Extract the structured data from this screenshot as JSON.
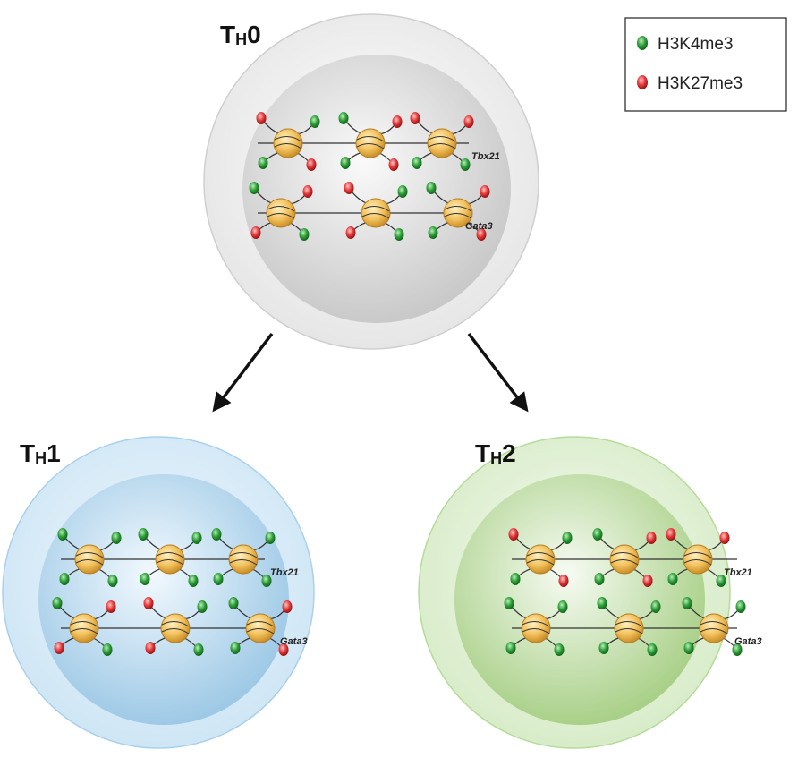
{
  "colors": {
    "h3k4me3": "#2f9e3a",
    "h3k27me3": "#e23a3a",
    "nucleosome": "#f2c05a",
    "th0_cell": "#e8e8e8",
    "th1_cell": "#cfe6f5",
    "th2_cell": "#d8ecc9"
  },
  "legend": {
    "items": [
      {
        "label": "H3K4me3",
        "color": "#2f9e3a"
      },
      {
        "label": "H3K27me3",
        "color": "#e23a3a"
      }
    ]
  },
  "cells": [
    {
      "id": "th0",
      "title_main": "T",
      "title_sub": "H",
      "title_num": "0",
      "genes": [
        {
          "label": "Tbx21",
          "nucleosomes": [
            {
              "marks": [
                "red",
                "green",
                "green",
                "red"
              ]
            },
            {
              "marks": [
                "green",
                "red",
                "green",
                "red"
              ]
            },
            {
              "marks": [
                "red",
                "red",
                "green",
                "green"
              ]
            }
          ]
        },
        {
          "label": "Gata3",
          "nucleosomes": [
            {
              "marks": [
                "green",
                "red",
                "red",
                "green"
              ]
            },
            {
              "marks": [
                "red",
                "green",
                "red",
                "green"
              ]
            },
            {
              "marks": [
                "green",
                "red",
                "green",
                "red"
              ]
            }
          ]
        }
      ]
    },
    {
      "id": "th1",
      "title_main": "T",
      "title_sub": "H",
      "title_num": "1",
      "genes": [
        {
          "label": "Tbx21",
          "nucleosomes": [
            {
              "marks": [
                "green",
                "green",
                "green",
                "green"
              ]
            },
            {
              "marks": [
                "green",
                "green",
                "green",
                "green"
              ]
            },
            {
              "marks": [
                "green",
                "green",
                "green",
                "green"
              ]
            }
          ]
        },
        {
          "label": "Gata3",
          "nucleosomes": [
            {
              "marks": [
                "green",
                "red",
                "red",
                "green"
              ]
            },
            {
              "marks": [
                "red",
                "green",
                "red",
                "green"
              ]
            },
            {
              "marks": [
                "green",
                "red",
                "green",
                "red"
              ]
            }
          ]
        }
      ]
    },
    {
      "id": "th2",
      "title_main": "T",
      "title_sub": "H",
      "title_num": "2",
      "genes": [
        {
          "label": "Tbx21",
          "nucleosomes": [
            {
              "marks": [
                "red",
                "green",
                "green",
                "red"
              ]
            },
            {
              "marks": [
                "green",
                "red",
                "green",
                "red"
              ]
            },
            {
              "marks": [
                "red",
                "red",
                "green",
                "green"
              ]
            }
          ]
        },
        {
          "label": "Gata3",
          "nucleosomes": [
            {
              "marks": [
                "green",
                "green",
                "green",
                "green"
              ]
            },
            {
              "marks": [
                "green",
                "green",
                "green",
                "green"
              ]
            },
            {
              "marks": [
                "green",
                "green",
                "green",
                "green"
              ]
            }
          ]
        }
      ]
    }
  ]
}
